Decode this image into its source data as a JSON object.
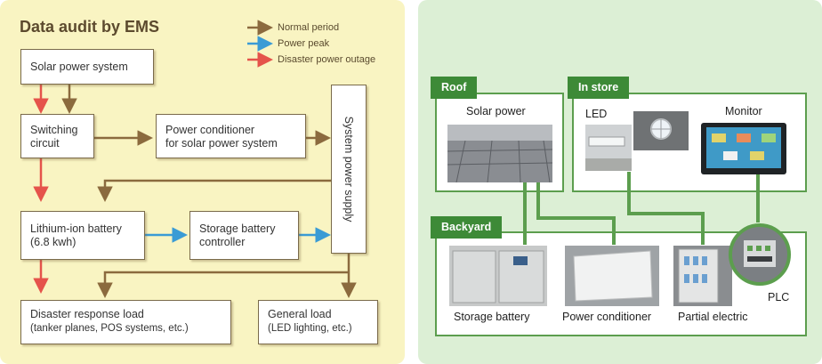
{
  "left": {
    "title": "Data audit by EMS",
    "legend": [
      {
        "label": "Normal period",
        "color": "#8b6a3e"
      },
      {
        "label": "Power peak",
        "color": "#3a9bd5"
      },
      {
        "label": "Disaster power outage",
        "color": "#e5534b"
      }
    ],
    "boxes": {
      "solar": "Solar power system",
      "switch_1": "Switching",
      "switch_2": "circuit",
      "pcs_1": "Power conditioner",
      "pcs_2": "for solar power system",
      "battery_1": "Lithium-ion battery",
      "battery_2": "(6.8 kwh)",
      "storage_1": "Storage battery",
      "storage_2": "controller",
      "system_supply": "System power supply",
      "disaster_1": "Disaster response load",
      "disaster_2": "(tanker planes, POS systems, etc.)",
      "general_1": "General load",
      "general_2": "(LED lighting, etc.)"
    }
  },
  "right": {
    "sections": {
      "roof": "Roof",
      "store": "In store",
      "backyard": "Backyard"
    },
    "items": {
      "solar_power": "Solar power",
      "led": "LED",
      "monitor": "Monitor",
      "storage_battery": "Storage battery",
      "power_conditioner": "Power conditioner",
      "partial_electric": "Partial electric",
      "plc": "PLC"
    }
  }
}
